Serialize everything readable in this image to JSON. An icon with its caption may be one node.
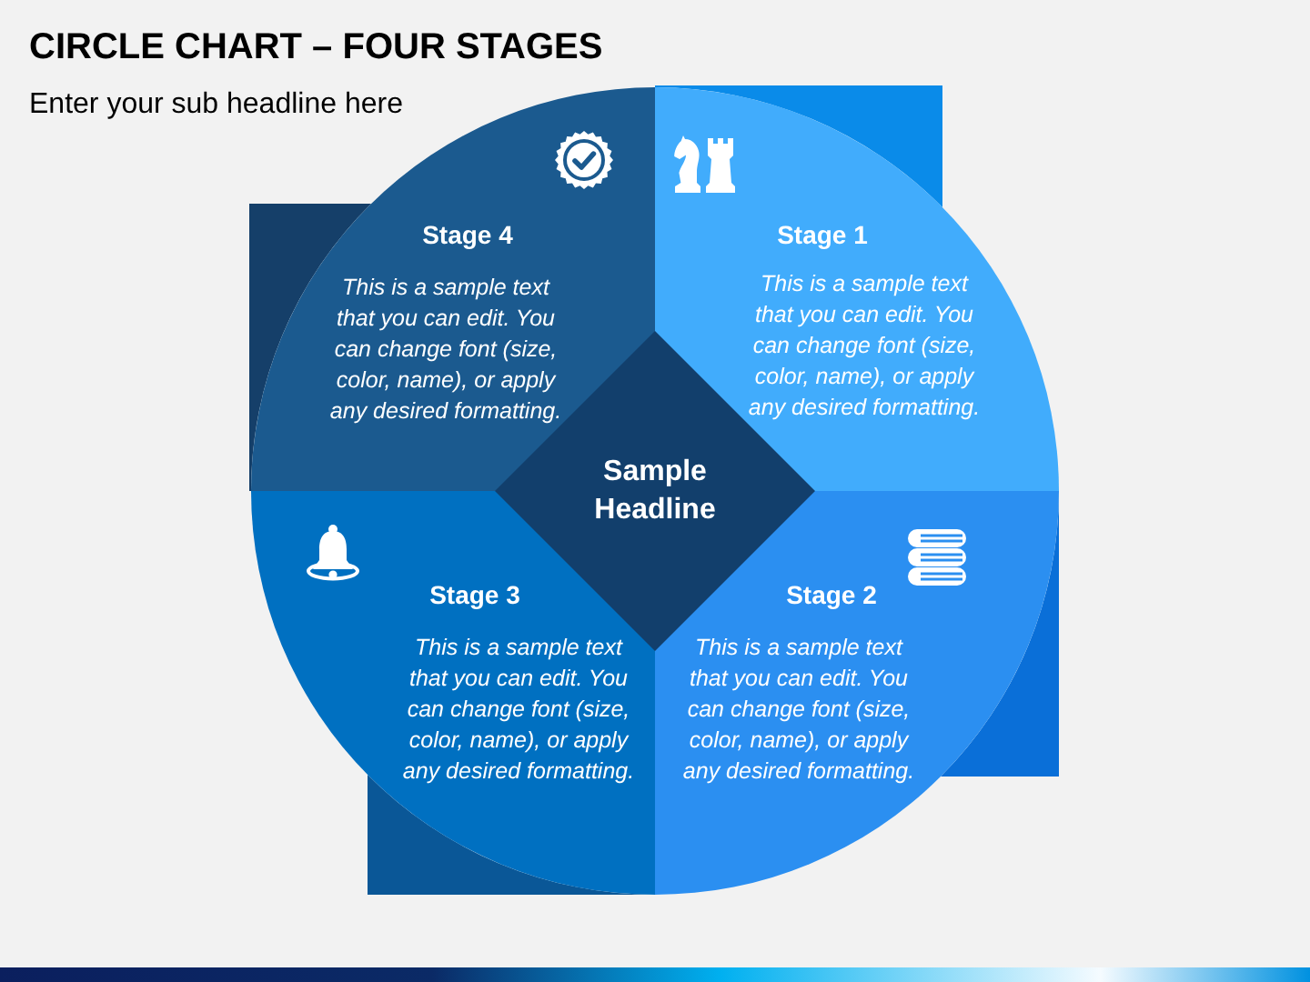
{
  "diagram": {
    "title": "CIRCLE CHART – FOUR STAGES",
    "nodes": [
      {
        "text": [
          "Stage 4",
          "This is a sample text that you can edit. You can change font (size, color, name), or apply any desired formatting."
        ]
      },
      {
        "text": [
          "Stage 1",
          "This is a sample text that you can edit. You can change font (size, color, name), or apply any desired formatting."
        ]
      },
      {
        "text": [
          "Sample Headline"
        ]
      },
      {
        "text": [
          "Stage 3",
          "This is a sample text that you can edit. You can change font (size, color, name), or apply any desired formatting."
        ]
      },
      {
        "text": [
          "Stage 2",
          "This is a sample text that you can edit. You can change font (size, color, name), or apply any desired formatting."
        ]
      }
    ],
    "labels": [
      "Enter your sub headline here"
    ]
  }
}
